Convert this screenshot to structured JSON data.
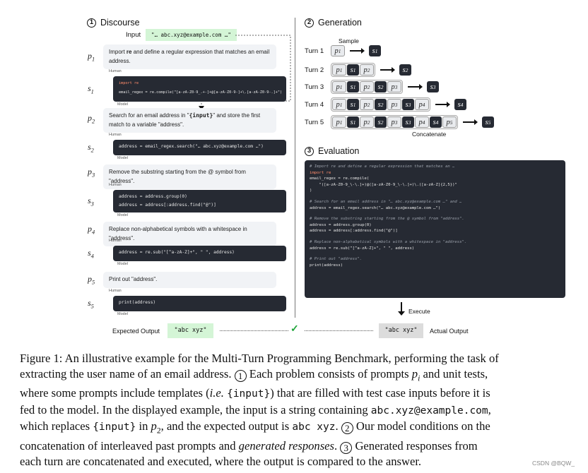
{
  "discourse": {
    "num": "1",
    "title": "Discourse",
    "input_label": "Input",
    "input_value": "\"… abc.xyz@example.com …\"",
    "human_tag": "Human",
    "model_tag": "Model",
    "steps": [
      {
        "p": "p",
        "p_sub": "1",
        "s": "s",
        "s_sub": "1",
        "prompt_pre": "Import ",
        "prompt_bold": "re",
        "prompt_post": " and define a regular expression that matches an email address.",
        "code": [
          "import re",
          "email_regex = re.compile(\"[a-zA-Z0-9_.+-]+@[a-zA-Z0-9-]+\\.[a-zA-Z0-9-.]+\")"
        ]
      },
      {
        "p": "p",
        "p_sub": "2",
        "s": "s",
        "s_sub": "2",
        "prompt_pre": "Search for an email address in \"",
        "prompt_bold": "{input}",
        "prompt_post": "\" and store the first match to a variable \"address\".",
        "code": [
          "address = email_regex.search(\"… abc.xyz@example.com …\")"
        ]
      },
      {
        "p": "p",
        "p_sub": "3",
        "s": "s",
        "s_sub": "3",
        "prompt_pre": "Remove the substring starting from the @ symbol from \"address\".",
        "prompt_bold": "",
        "prompt_post": "",
        "code": [
          "address = address.group(0)",
          "address = address[:address.find(\"@\")]"
        ]
      },
      {
        "p": "p",
        "p_sub": "4",
        "s": "s",
        "s_sub": "4",
        "prompt_pre": "Replace non-alphabetical symbols with a whitespace in \"address\".",
        "prompt_bold": "",
        "prompt_post": "",
        "code": [
          "address = re.sub(\"[^a-zA-Z]+\", \" \", address)"
        ]
      },
      {
        "p": "p",
        "p_sub": "5",
        "s": "s",
        "s_sub": "5",
        "prompt_pre": "Print out \"address\".",
        "prompt_bold": "",
        "prompt_post": "",
        "code": [
          "print(address)"
        ]
      }
    ]
  },
  "generation": {
    "num": "2",
    "title": "Generation",
    "sample_label": "Sample",
    "concatenate_label": "Concatenate",
    "turns": [
      {
        "label": "Turn 1",
        "n": 1
      },
      {
        "label": "Turn 2",
        "n": 2
      },
      {
        "label": "Turn 3",
        "n": 3
      },
      {
        "label": "Turn 4",
        "n": 4
      },
      {
        "label": "Turn 5",
        "n": 5
      }
    ]
  },
  "evaluation": {
    "num": "3",
    "title": "Evaluation",
    "code_lines": [
      {
        "t": "# Import re and define a regular expression that matches an …",
        "k": "cm"
      },
      {
        "t": "import re",
        "k": "kw"
      },
      {
        "t": "email_regex = re.compile(",
        "k": "code"
      },
      {
        "t": "    \"([a-zA-Z0-9_\\-\\.]+)@([a-zA-Z0-9_\\-\\.]+)\\.([a-zA-Z]{2,5})\"",
        "k": "code"
      },
      {
        "t": ")",
        "k": "code"
      },
      {
        "t": "# Search for an email address in \"… abc.xyz@example.com …\" and …",
        "k": "cm"
      },
      {
        "t": "address = email_regex.search(\"… abc.xyz@example.com …\")",
        "k": "code"
      },
      {
        "t": "# Remove the substring starting from the @ symbol from \"address\".",
        "k": "cm"
      },
      {
        "t": "address = address.group(0)",
        "k": "code"
      },
      {
        "t": "address = address[:address.find(\"@\")]",
        "k": "code"
      },
      {
        "t": "# Replace non-alphabetical symbols with a whitespace in \"address\".",
        "k": "cm"
      },
      {
        "t": "address = re.sub(\"[^a-zA-Z]+\", \" \", address)",
        "k": "code"
      },
      {
        "t": "# Print out \"address\".",
        "k": "cm"
      },
      {
        "t": "print(address)",
        "k": "code"
      }
    ],
    "execute_label": "Execute"
  },
  "outputs": {
    "expected_label": "Expected Output",
    "expected_value": "\"abc xyz\"",
    "actual_label": "Actual Output",
    "actual_value": "\"abc xyz\"",
    "check": "✓"
  },
  "caption": {
    "lines": [
      "Figure 1: An illustrative example for the Multi-Turn Programming Benchmark, performing the task of",
      "extracting the user name of an email address.",
      "where some prompts include templates (i.e. {input}) that are filled with test case inputs before it is",
      "fed to the model. In the displayed example, the input is a string containing abc.xyz@example.com,",
      "which replaces {input} in p2, and the expected output is abc xyz.",
      "concatenation of interleaved past prompts and generated responses.",
      "each turn are concatenated and executed, where the output is compared to the answer."
    ],
    "seg_a": " Each problem consists of prompts ",
    "seg_b": " and unit tests,",
    "seg_c": " Our model conditions on the",
    "seg_d": " Generated responses from",
    "watermark": "CSDN @BQW_"
  },
  "colors": {
    "code_bg": "#262a33",
    "prompt_bg": "#f1f3f6",
    "green": "#d4f5d6",
    "gray_out": "#dcdcdc"
  }
}
